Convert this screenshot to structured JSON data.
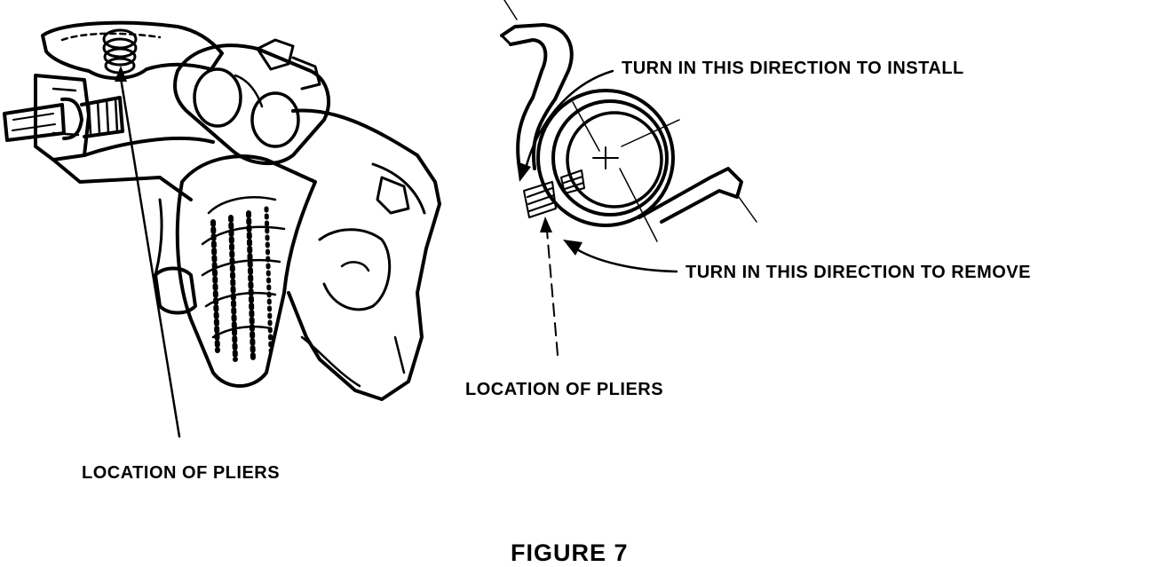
{
  "labels": {
    "install": "TURN IN THIS DIRECTION TO INSTALL",
    "remove": "TURN IN THIS DIRECTION TO REMOVE",
    "pliers_right": "LOCATION OF PLIERS",
    "pliers_left": "LOCATION OF PLIERS"
  },
  "caption": "FIGURE 7",
  "colors": {
    "ink": "#000000",
    "paper": "#ffffff"
  }
}
